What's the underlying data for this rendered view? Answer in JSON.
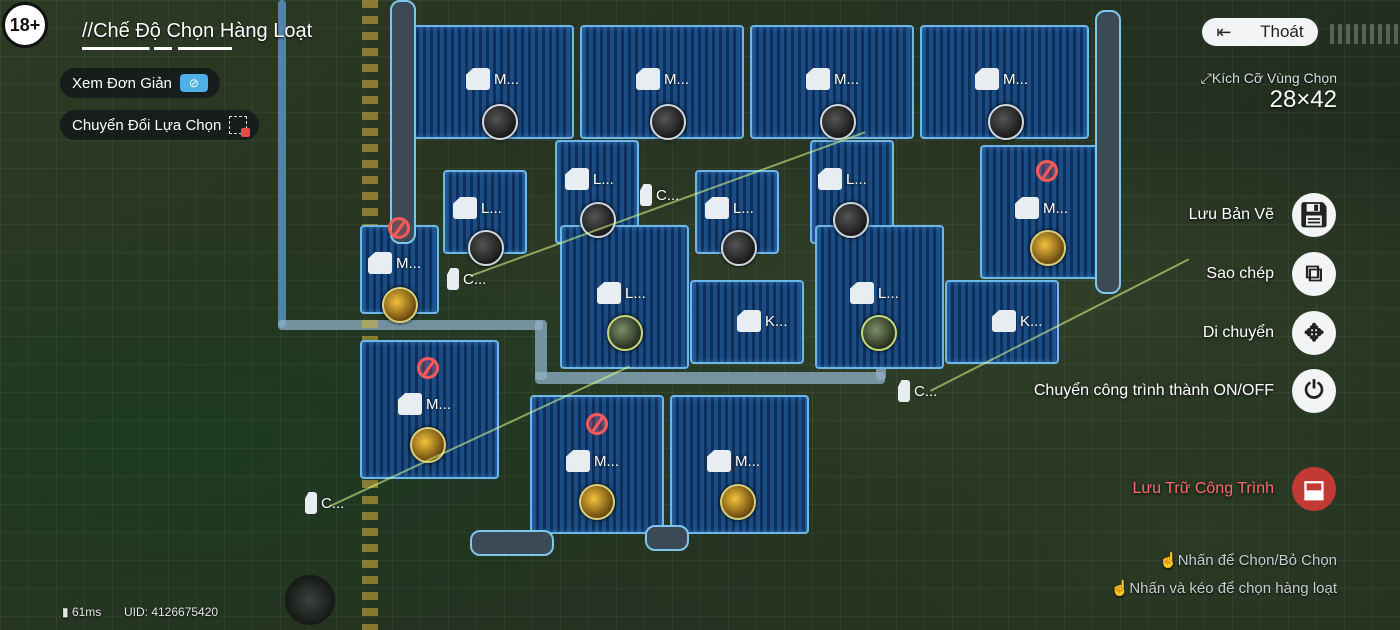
{
  "age_rating": "18+",
  "mode_title": "//Chế Độ Chọn Hàng Loạt",
  "left_buttons": {
    "simple_view": "Xem Đơn Giản",
    "toggle_selection": "Chuyển Đổi Lựa Chọn"
  },
  "exit_label": "Thoát",
  "selection_size": {
    "label": "Kích Cỡ Vùng Chọn",
    "value": "28×42"
  },
  "actions": {
    "save_blueprint": "Lưu Bản Vẽ",
    "copy": "Sao chép",
    "move": "Di chuyển",
    "toggle_onoff": "Chuyển công trình thành ON/OFF",
    "store_building": "Lưu Trữ Công Trình"
  },
  "hints": {
    "tap": "Nhấn để Chọn/Bỏ Chọn",
    "drag": "Nhấn và kéo để chọn hàng loạt"
  },
  "status": {
    "ping": "61ms",
    "uid": "UID: 4126675420"
  },
  "building_labels": {
    "m": "M...",
    "l": "L...",
    "c": "C...",
    "k": "K..."
  },
  "colors": {
    "accent_red": "#ff6b6b",
    "store_button": "#c33a35",
    "base_blue": "#1a4d86"
  },
  "icons": [
    "exit-door-icon",
    "resize-icon",
    "save-icon",
    "copy-icon",
    "move-icon",
    "power-icon",
    "store-box-icon",
    "tap-hand-icon",
    "drag-hand-icon",
    "signal-icon",
    "eye-off-icon",
    "selection-toggle-icon"
  ]
}
